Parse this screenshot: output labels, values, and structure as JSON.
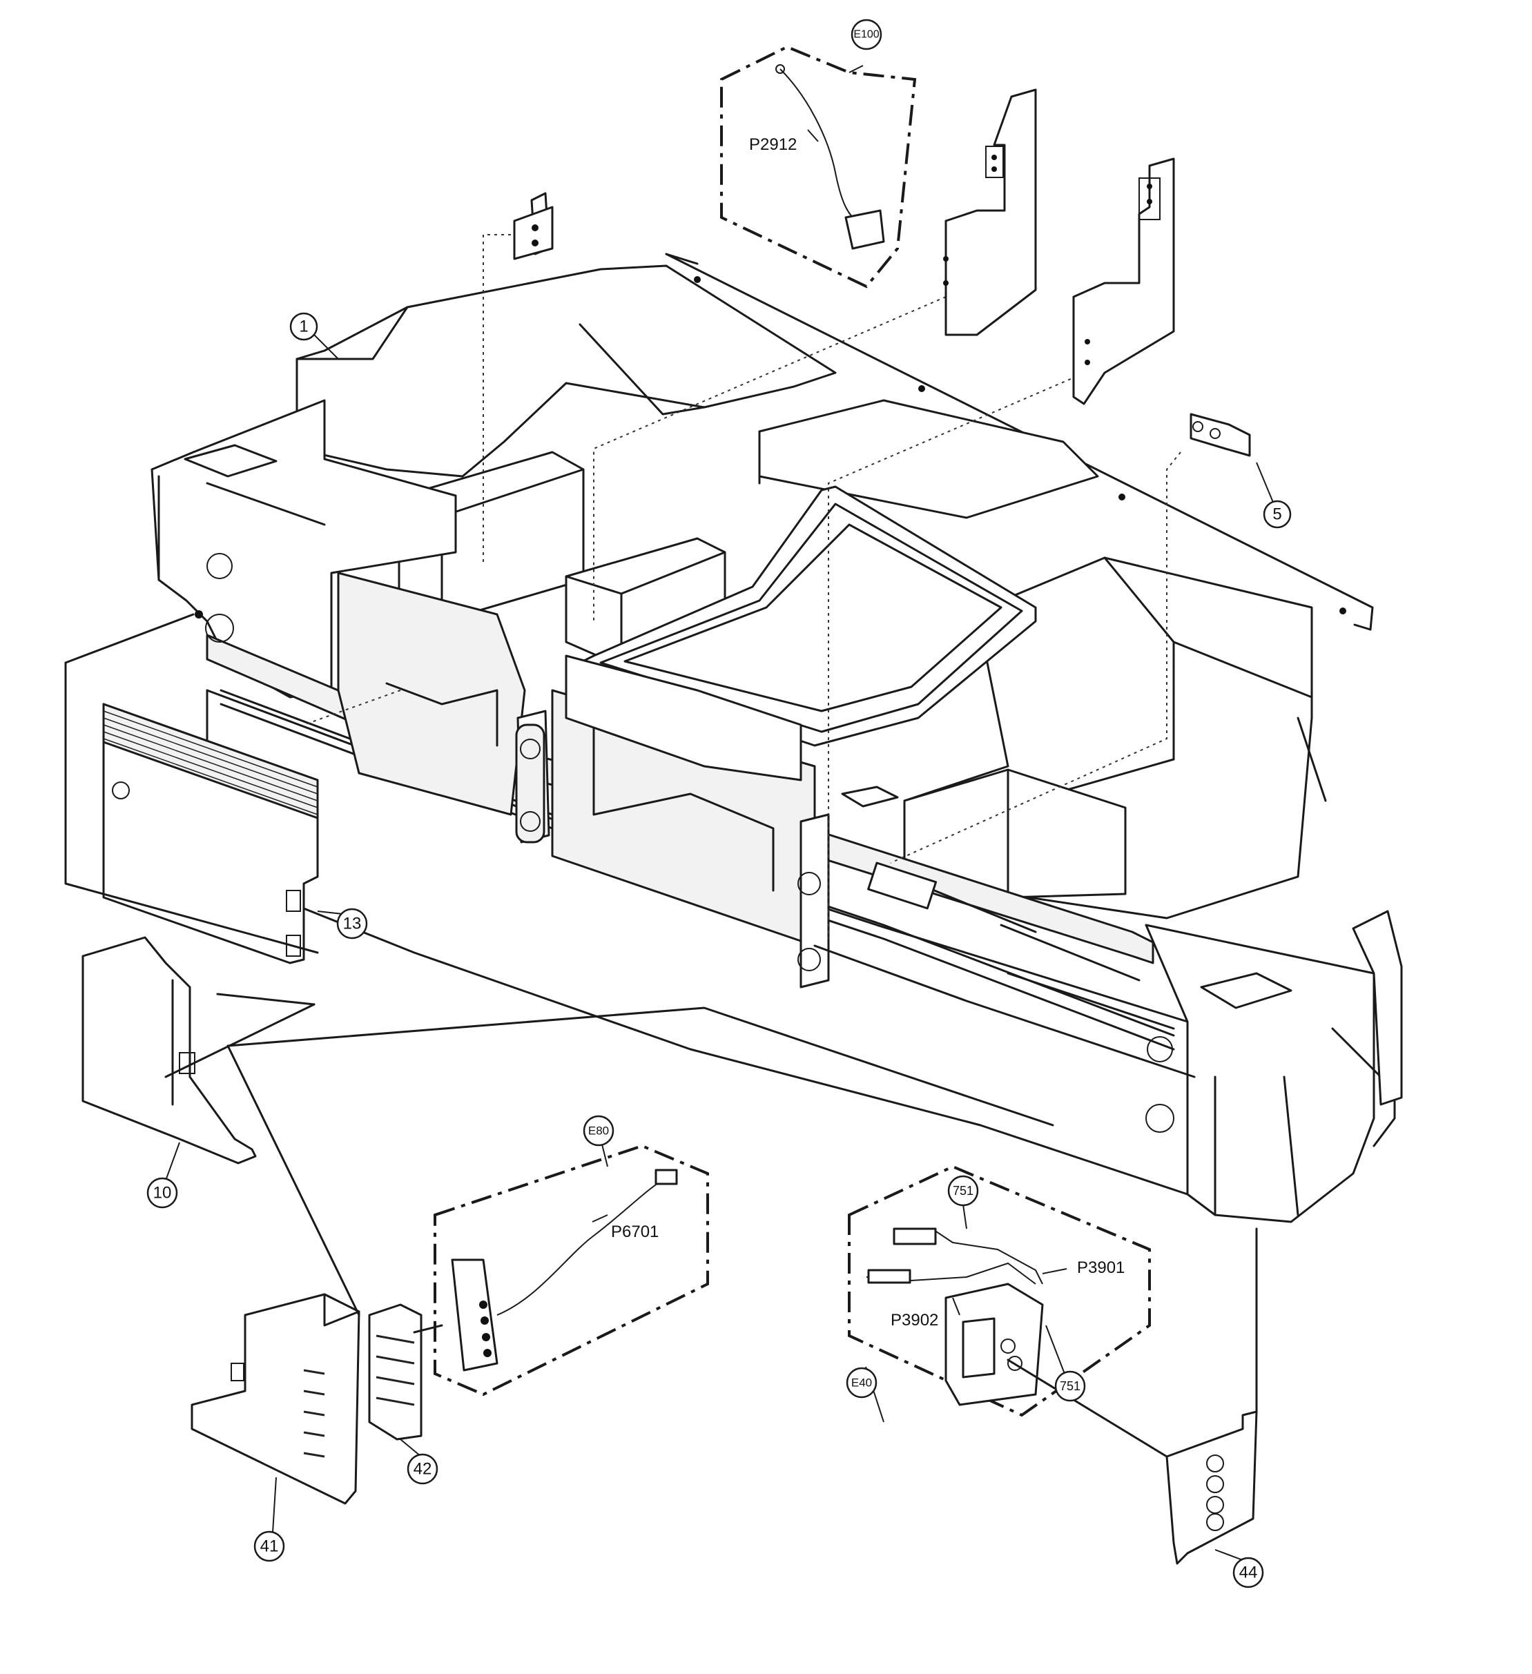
{
  "callouts": {
    "c1": "1",
    "c5": "5",
    "c10": "10",
    "c13": "13",
    "c41": "41",
    "c42": "42",
    "c44": "44",
    "c751a": "751",
    "c751b": "751",
    "cE100": "E100",
    "cE80": "E80",
    "cE40": "E40"
  },
  "part_labels": {
    "p2912": "P2912",
    "p6701": "P6701",
    "p3901": "P3901",
    "p3902": "P3902"
  }
}
